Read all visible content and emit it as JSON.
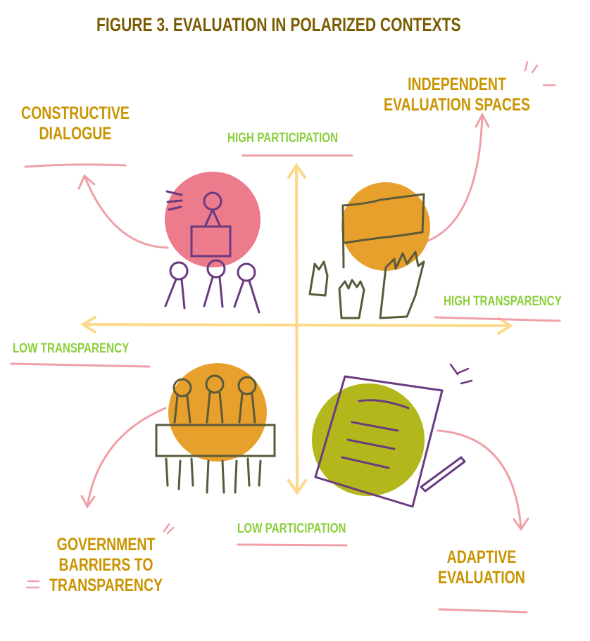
{
  "title": "Figure 3. Evaluation in polarized contexts",
  "axes": {
    "top": "High participation",
    "bottom": "Low participation",
    "left": "Low transparency",
    "right": "High transparency"
  },
  "quadrants": {
    "top_left": [
      "Constructive",
      "dialogue"
    ],
    "top_right": [
      "Independent",
      "evaluation spaces"
    ],
    "bottom_left": [
      "Government",
      "barriers to",
      "transparency"
    ],
    "bottom_right": [
      "Adaptive",
      "evaluation"
    ]
  },
  "colors": {
    "title": "#7a5c00",
    "quadrant_label": "#c99400",
    "axis_label": "#8ccf3c",
    "underline": "#f0a0a8",
    "axis": "#fcd98a",
    "circle_pink": "#ec7b8c",
    "circle_orange": "#e8a02c",
    "circle_olive": "#b2b81c"
  }
}
